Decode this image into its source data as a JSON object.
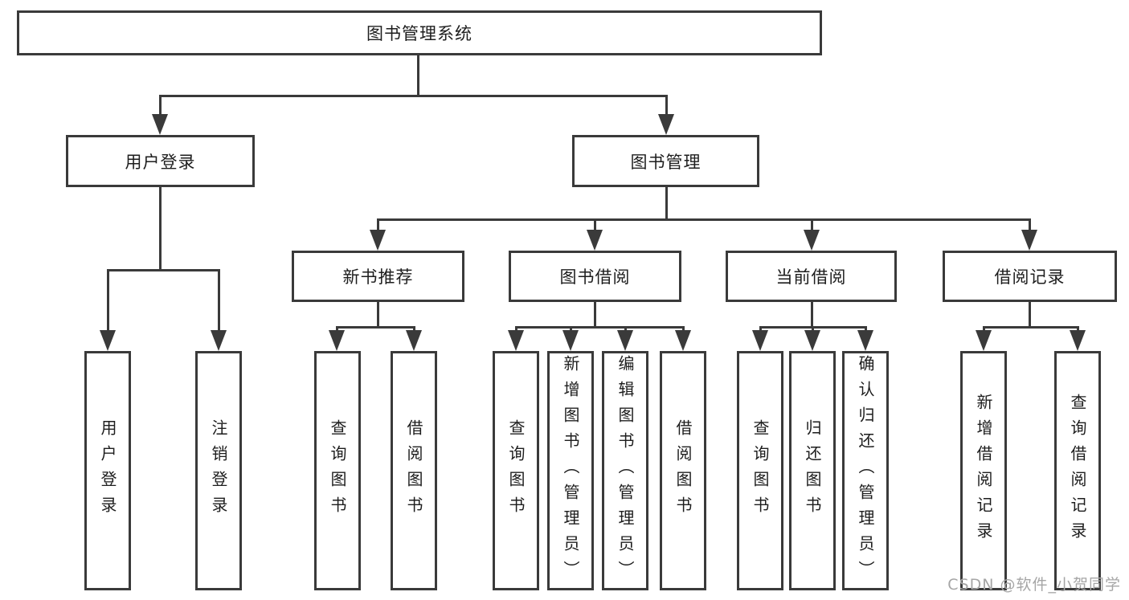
{
  "diagram": {
    "type": "hierarchy-tree",
    "root": {
      "label": "图书管理系统"
    },
    "level2": {
      "user_login": {
        "label": "用户登录"
      },
      "book_mgmt": {
        "label": "图书管理"
      }
    },
    "level3": {
      "new_book_rec": {
        "label": "新书推荐"
      },
      "book_borrow": {
        "label": "图书借阅"
      },
      "current_borrow": {
        "label": "当前借阅"
      },
      "borrow_records": {
        "label": "借阅记录"
      }
    },
    "leaves": {
      "user_login_children": [
        "用户登录",
        "注销登录"
      ],
      "new_book_rec_children": [
        "查询图书",
        "借阅图书"
      ],
      "book_borrow_children": [
        "查询图书",
        "新增图书（管理员）",
        "编辑图书（管理员）",
        "借阅图书"
      ],
      "current_borrow_children": [
        "查询图书",
        "归还图书",
        "确认归还（管理员）"
      ],
      "borrow_records_children": [
        "新增借阅记录",
        "查询借阅记录"
      ]
    },
    "colors": {
      "line": "#3a3a3a",
      "text": "#1d1d1d",
      "background": "#ffffff",
      "watermark": "#a6a6a6"
    },
    "watermark": "CSDN @软件_小贺同学"
  }
}
